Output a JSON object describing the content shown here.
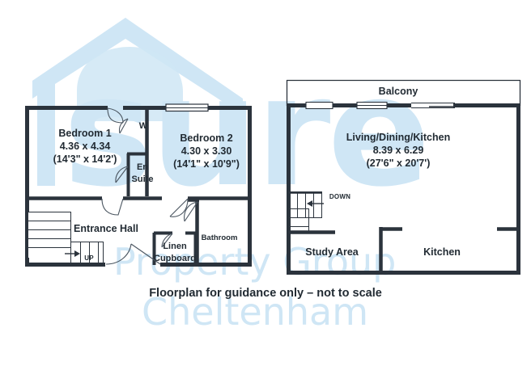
{
  "page": {
    "caption": "Floorplan for guidance only – not to scale",
    "background": "#ffffff",
    "wall_color": "#2b333c",
    "text_color": "#222b33",
    "watermark_color": "#cfe6f5"
  },
  "watermark": {
    "logo_icon": "house-roof-icon",
    "word_mark": "sure",
    "line_1": "Property Group",
    "line_2": "Cheltenham"
  },
  "floorplans": [
    {
      "id": "left-plan",
      "rooms": [
        {
          "name": "Bedroom 1",
          "dim_metric": "4.36 x 4.34",
          "dim_imperial": "(14'3\" x 14'2')"
        },
        {
          "name": "Bedroom 2",
          "dim_metric": "4.30 x 3.30",
          "dim_imperial": "(14'1\" x 10'9\")"
        },
        {
          "name": "W"
        },
        {
          "name": "En Suite",
          "line_1": "En",
          "line_2": "Suite"
        },
        {
          "name": "Entrance Hall"
        },
        {
          "name": "Linen Cupboard",
          "line_1": "Linen",
          "line_2": "Cupboard"
        },
        {
          "name": "Bathroom"
        }
      ],
      "stairs": [
        {
          "label": "UP",
          "direction": "up"
        }
      ]
    },
    {
      "id": "right-plan",
      "rooms": [
        {
          "name": "Balcony"
        },
        {
          "name": "Living/Dining/Kitchen",
          "dim_metric": "8.39 x 6.29",
          "dim_imperial": "(27'6\" x 20'7')"
        },
        {
          "name": "Study Area"
        },
        {
          "name": "Kitchen"
        }
      ],
      "stairs": [
        {
          "label": "DOWN",
          "direction": "down"
        }
      ]
    }
  ]
}
